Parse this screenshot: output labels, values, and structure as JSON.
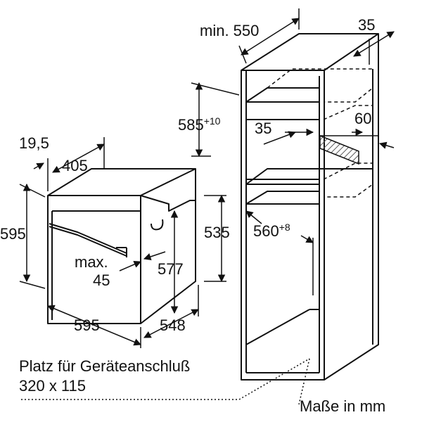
{
  "dimensions": {
    "niche_depth": "min. 550",
    "side_gap": "35",
    "niche_height_main": "585",
    "niche_height_tolerance": "+10",
    "vent_depth": "35",
    "vent_height": "60",
    "niche_width_main": "560",
    "niche_width_tolerance": "+8",
    "panel_thickness": "19,5",
    "oven_depth_top": "405",
    "oven_height": "595",
    "body_height": "535",
    "handle_clearance_label": "max.",
    "handle_clearance_value": "45",
    "inner_height": "577",
    "oven_width": "595",
    "oven_depth": "548"
  },
  "notes": {
    "connection_line1": "Platz für Geräteanschluß",
    "connection_line2": "320 x 115",
    "units": "Maße in mm"
  },
  "colors": {
    "line": "#111111",
    "hatch": "#555555"
  }
}
